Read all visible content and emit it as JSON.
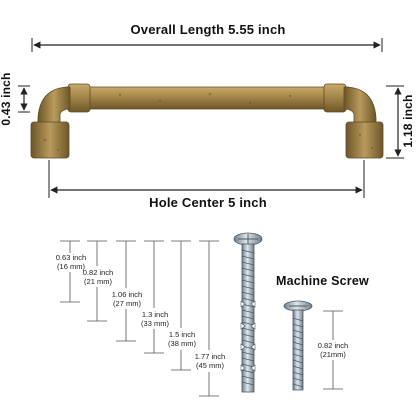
{
  "dimensions": {
    "overall_length": "Overall Length 5.55 inch",
    "thickness": "0.43 inch",
    "height": "1.18 inch",
    "hole_center": "Hole Center 5 inch"
  },
  "screw_label": "Machine Screw",
  "screw_lengths": [
    {
      "inch": "0.63 inch",
      "mm": "(16 mm)"
    },
    {
      "inch": "0.82 inch",
      "mm": "(21 mm)"
    },
    {
      "inch": "1.06 inch",
      "mm": "(27 mm)"
    },
    {
      "inch": "1.3 inch",
      "mm": "(33 mm)"
    },
    {
      "inch": "1.5 inch",
      "mm": "(38 mm)"
    },
    {
      "inch": "1.77 inch",
      "mm": "(45 mm)"
    }
  ],
  "machine_screw_length": {
    "inch": "0.82 inch",
    "mm": "(21mm)"
  },
  "colors": {
    "brass_dark": "#6b5424",
    "brass_mid": "#9c8045",
    "brass_light": "#c4a96a",
    "steel_dark": "#5f6d7a",
    "steel_light": "#c9d3dc",
    "line": "#222222"
  }
}
